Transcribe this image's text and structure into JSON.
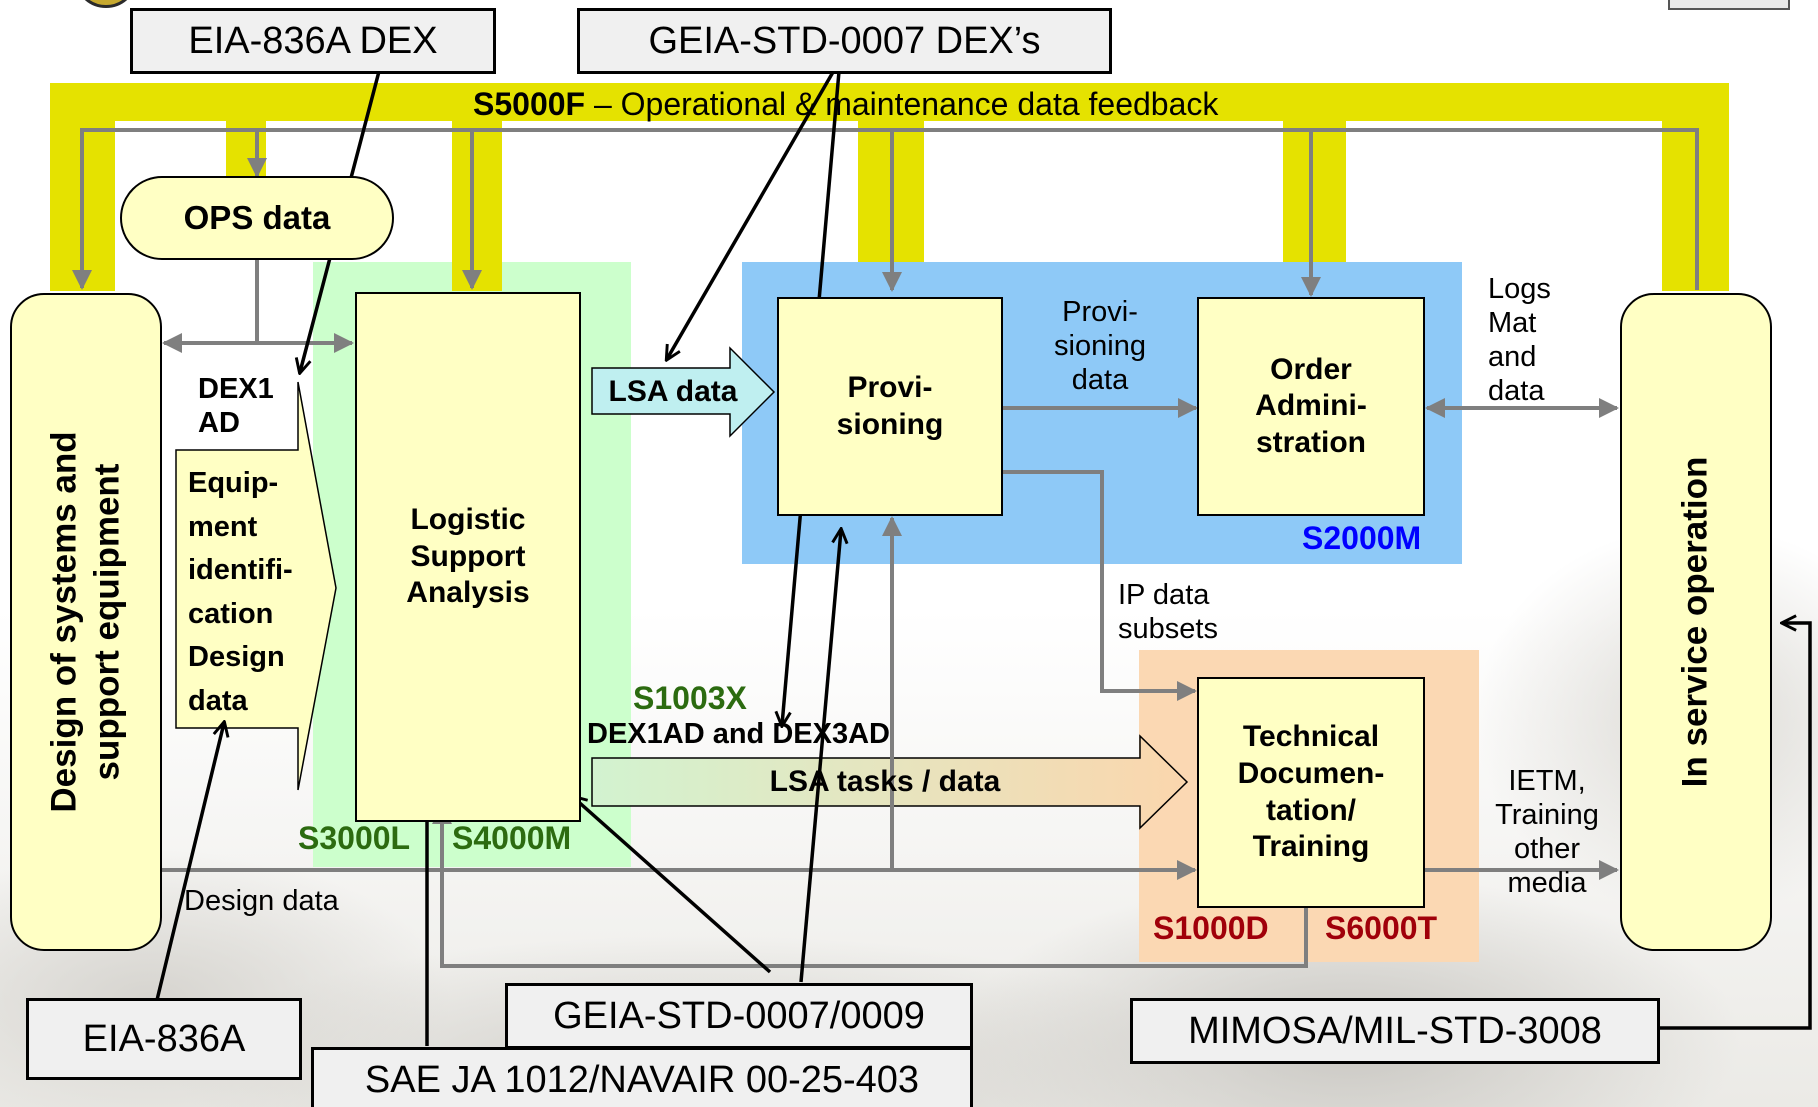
{
  "standards": {
    "eia_836a_dex": "EIA-836A DEX",
    "geia_std_0007_dexs": "GEIA-STD-0007 DEX’s",
    "eia_836a": "EIA-836A",
    "geia_std_0007_0009": "GEIA-STD-0007/0009",
    "sae_ja_1012": "SAE JA 1012/NAVAIR 00-25-403",
    "mimosa": "MIMOSA/MIL-STD-3008"
  },
  "feedback": {
    "bold": "S5000F",
    "text": " – Operational & maintenance data feedback"
  },
  "nodes": {
    "ops_data": "OPS data",
    "design_line1": "Design of systems and",
    "design_line2": "support equipment",
    "lsa": "Logistic Support Analysis",
    "provisioning": "Provi- sioning",
    "order_admin": "Order Admini- stration",
    "tech_doc": "Technical Documen- tation/ Training",
    "in_service": "In service operation"
  },
  "flows": {
    "lsa_data": "LSA data",
    "lsa_tasks": "LSA tasks / data",
    "provisioning_data": "Provi- sioning data",
    "logs_mat_data": "Logs Mat and data",
    "ip_data_subsets": "IP data subsets",
    "ietm_training": "IETM, Training other media",
    "design_data": "Design data",
    "dex1ad": "DEX1 AD",
    "equipment_id": "Equip- ment identifi- cation Design data",
    "s1003x": "S1003X",
    "dex1ad_dex3ad": "DEX1AD and DEX3AD"
  },
  "spec_tags": {
    "s2000m": "S2000M",
    "s3000l": "S3000L",
    "s4000m": "S4000M",
    "s1000d": "S1000D",
    "s6000t": "S6000T"
  },
  "colors": {
    "feedback_bus": "#e5e200",
    "lsa_zone": "#ccffcc",
    "provisioning_zone": "#8ec9f7",
    "doc_zone": "#fbd8b3",
    "node_fill": "#ffffc4",
    "node_outline": "#000000",
    "connector": "#7f7f7f",
    "s2000m_text": "#0000ff",
    "green_spec_text": "#2c6b10",
    "red_spec_text": "#a0000a"
  }
}
